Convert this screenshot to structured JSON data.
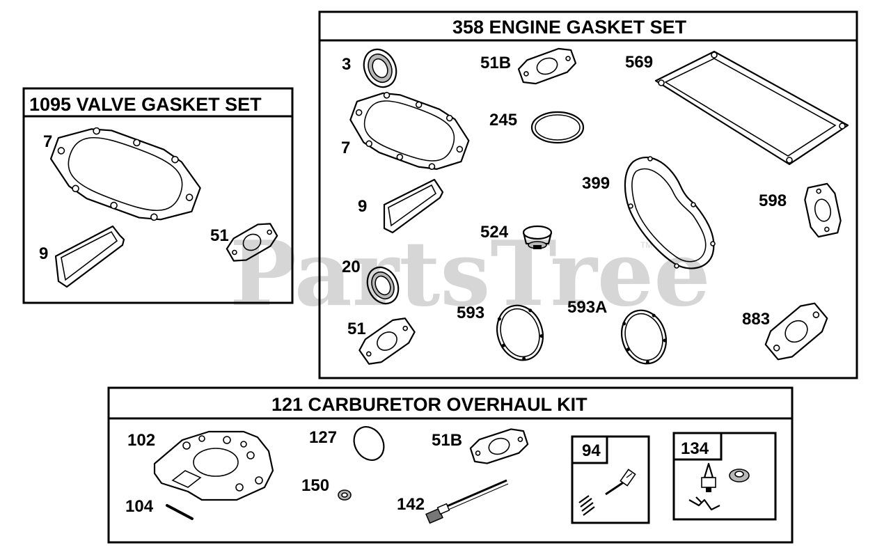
{
  "watermark": {
    "text": "PartsTree",
    "tm": "TM"
  },
  "sets": {
    "valve": {
      "title": "1095 VALVE GASKET SET",
      "labels": {
        "p7": "7",
        "p9": "9",
        "p51": "51"
      }
    },
    "engine": {
      "title": "358 ENGINE GASKET SET",
      "labels": {
        "p3": "3",
        "p51b": "51B",
        "p569": "569",
        "p7": "7",
        "p245": "245",
        "p399": "399",
        "p598": "598",
        "p9": "9",
        "p524": "524",
        "p20": "20",
        "p593": "593",
        "p593a": "593A",
        "p883": "883",
        "p51": "51"
      }
    },
    "carb": {
      "title": "121 CARBURETOR OVERHAUL KIT",
      "labels": {
        "p102": "102",
        "p127": "127",
        "p51b": "51B",
        "p150": "150",
        "p104": "104",
        "p142": "142"
      },
      "sub94": {
        "title": "94"
      },
      "sub134": {
        "title": "134"
      }
    }
  }
}
